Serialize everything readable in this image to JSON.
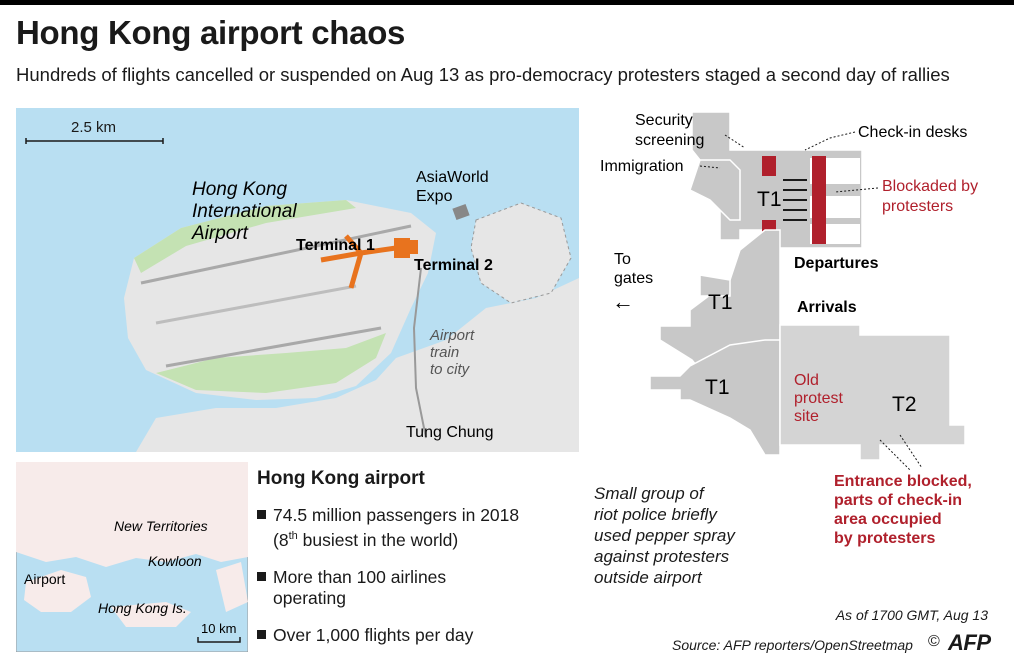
{
  "header": {
    "title": "Hong Kong airport chaos",
    "subtitle": "Hundreds of flights cancelled or suspended on Aug 13 as pro-democracy protesters staged a second day of rallies"
  },
  "main_map": {
    "scale": "2.5 km",
    "airport_label": [
      "Hong Kong",
      "International",
      "Airport"
    ],
    "expo_label": [
      "AsiaWorld",
      "Expo"
    ],
    "terminal1": "Terminal 1",
    "terminal2": "Terminal 2",
    "train_label": [
      "Airport",
      "train",
      "to city"
    ],
    "town": "Tung Chung",
    "colors": {
      "water": "#b9dff2",
      "land": "#e6e6e6",
      "green": "#c4e2b3",
      "terminal": "#e8731e"
    }
  },
  "inset_map": {
    "new_territories": "New Territories",
    "kowloon": "Kowloon",
    "airport": "Airport",
    "hong_kong_is": "Hong Kong Is.",
    "scale": "10 km",
    "colors": {
      "water": "#b9dff2",
      "land": "#f7ebea"
    }
  },
  "facts": {
    "title": "Hong Kong airport",
    "items": [
      {
        "line1": "74.5 million passengers in 2018",
        "line2_pre": "(8",
        "line2_sup": "th",
        "line2_post": " busiest in the world)"
      },
      {
        "line1": "More than 100 airlines",
        "line2": "operating"
      },
      {
        "line1": "Over 1,000 flights per day"
      }
    ]
  },
  "terminal_diagram": {
    "security": [
      "Security",
      "screening"
    ],
    "checkin": "Check-in desks",
    "immigration": "Immigration",
    "blockaded": [
      "Blockaded by",
      "protesters"
    ],
    "departures": "Departures",
    "arrivals": "Arrivals",
    "to_gates": [
      "To",
      "gates"
    ],
    "arrow": "←",
    "t1_upper": "T1",
    "t1_middle": "T1",
    "t1_lower": "T1",
    "t2": "T2",
    "old_protest": [
      "Old",
      "protest",
      "site"
    ],
    "entrance_blocked": [
      "Entrance blocked,",
      "parts of check-in",
      "area occupied",
      "by protesters"
    ],
    "colors": {
      "building": "#c8c8c8",
      "protest": "#b0202c"
    }
  },
  "police_note": [
    "Small group of",
    "riot police briefly",
    "used pepper spray",
    "against protesters",
    "outside airport"
  ],
  "footer": {
    "as_of": "As of 1700 GMT, Aug 13",
    "source": "Source: AFP reporters/OpenStreetmap",
    "copyright": "©",
    "logo": "AFP"
  }
}
